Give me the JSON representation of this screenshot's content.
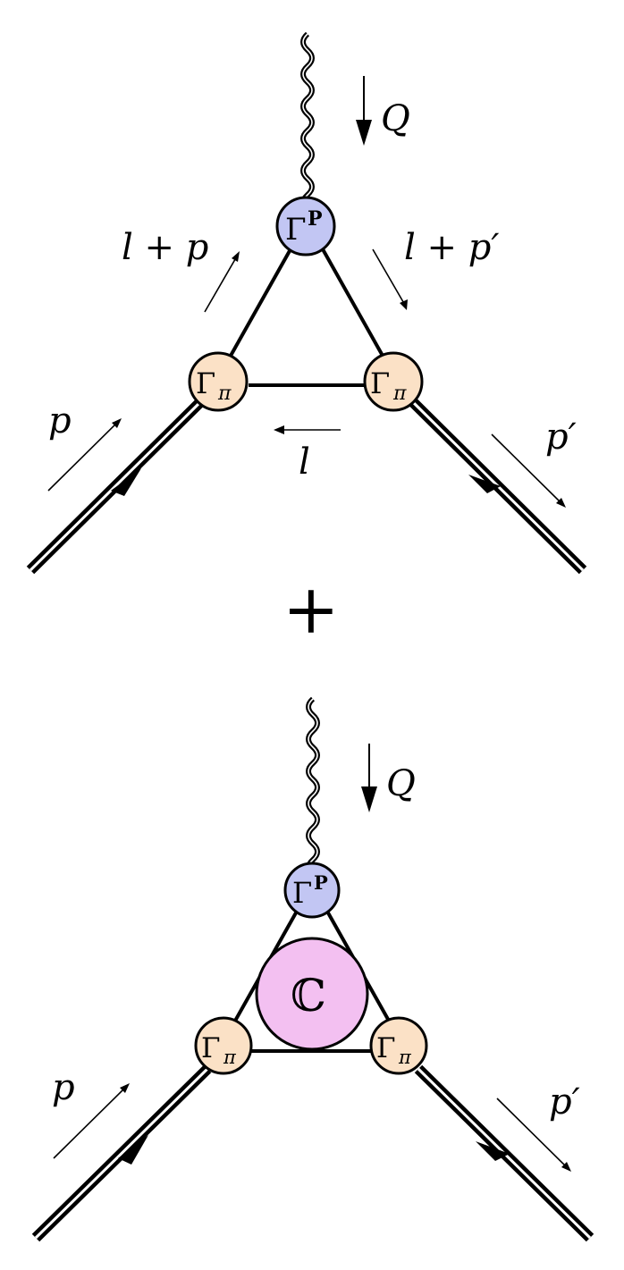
{
  "colors": {
    "photon_vertex": "#c2c6f3",
    "pion_vertex": "#fbe1c6",
    "kernel": "#f3c0f1",
    "line": "#000000"
  },
  "plus_sign": "+",
  "diagrams": [
    {
      "photon_vertex": {
        "symbol": "Γ",
        "superscript": "P"
      },
      "pion_vertex_left": {
        "symbol": "Γ",
        "subscript": "π"
      },
      "pion_vertex_right": {
        "symbol": "Γ",
        "subscript": "π"
      },
      "momentum_labels": {
        "photon": "Q",
        "upper_left": "l + p",
        "upper_right": "l + p′",
        "bottom": "l",
        "incoming": "p",
        "outgoing": "p′"
      }
    },
    {
      "photon_vertex": {
        "symbol": "Γ",
        "superscript": "P"
      },
      "pion_vertex_left": {
        "symbol": "Γ",
        "subscript": "π"
      },
      "pion_vertex_right": {
        "symbol": "Γ",
        "subscript": "π"
      },
      "kernel_symbol": "ℂ",
      "momentum_labels": {
        "photon": "Q",
        "incoming": "p",
        "outgoing": "p′"
      }
    }
  ]
}
